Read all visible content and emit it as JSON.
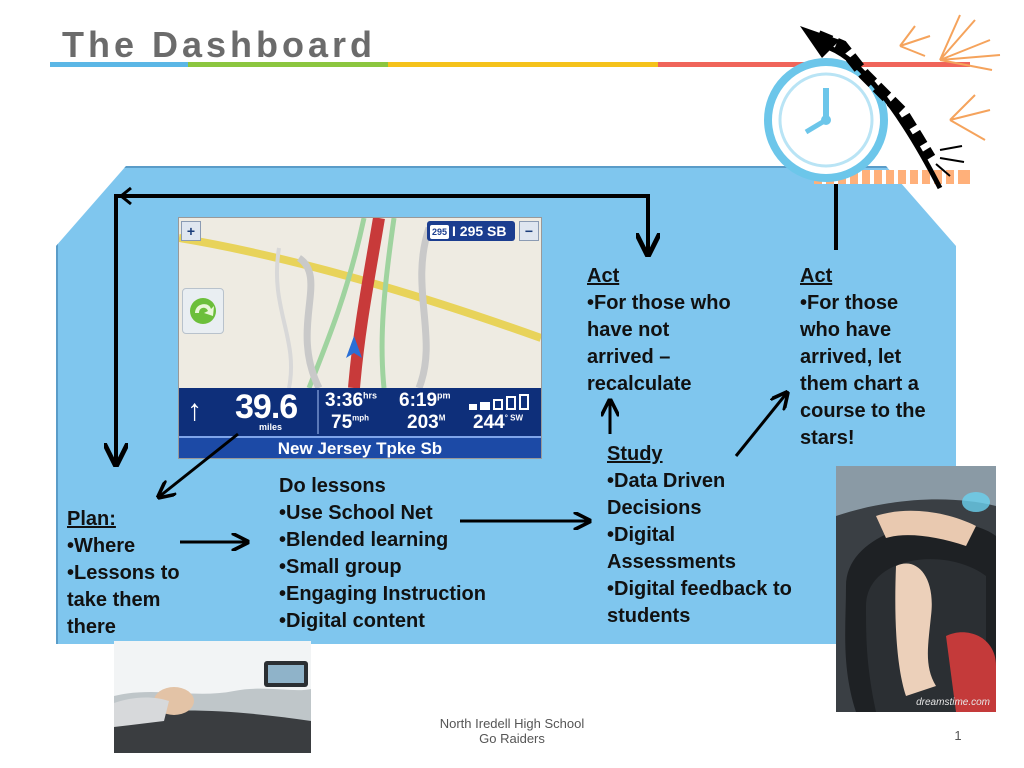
{
  "title": "The Dashboard",
  "gps": {
    "highway_badge": "295",
    "highway_label": "I 295 SB",
    "zoom_in": "+",
    "zoom_out": "−",
    "distance": "39.6",
    "distance_unit": "miles",
    "time_remaining": "3:36",
    "time_unit": "hrs",
    "arrival_time": "6:19",
    "arrival_unit": "pm",
    "speed": "75",
    "speed_unit": "mph",
    "altitude": "203",
    "altitude_unit": "M",
    "heading": "244",
    "heading_unit": "° SW",
    "road": "New Jersey Tpke Sb"
  },
  "plan": {
    "heading": "Plan:",
    "lines": [
      "•Where",
      "•Lessons to",
      "take them",
      "there"
    ]
  },
  "do": {
    "heading": "Do lessons",
    "lines": [
      "•Use School Net",
      "•Blended learning",
      "•Small group",
      "•Engaging Instruction",
      "•Digital content"
    ]
  },
  "study": {
    "heading": "Study",
    "lines": [
      "•Data Driven",
      "Decisions",
      "•Digital",
      "Assessments",
      "•Digital feedback to",
      "students"
    ]
  },
  "act1": {
    "heading": "Act",
    "lines": [
      "•For those who",
      "have not",
      "arrived –",
      "recalculate"
    ]
  },
  "act2": {
    "heading": "Act",
    "lines": [
      "•For those",
      "who have",
      "arrived, let",
      "them chart a",
      "course to the",
      "stars!"
    ]
  },
  "footer": {
    "school": "North Iredell High School",
    "motto": "Go Raiders",
    "page": "1"
  },
  "watermark": "dreamstime.com",
  "colors": {
    "panel": "#7fc6ee",
    "title": "#6b6b6b",
    "rule_blue": "#5bb7e6",
    "rule_green": "#8cc63f",
    "rule_yellow": "#f5c21b",
    "rule_red": "#f0645a"
  }
}
